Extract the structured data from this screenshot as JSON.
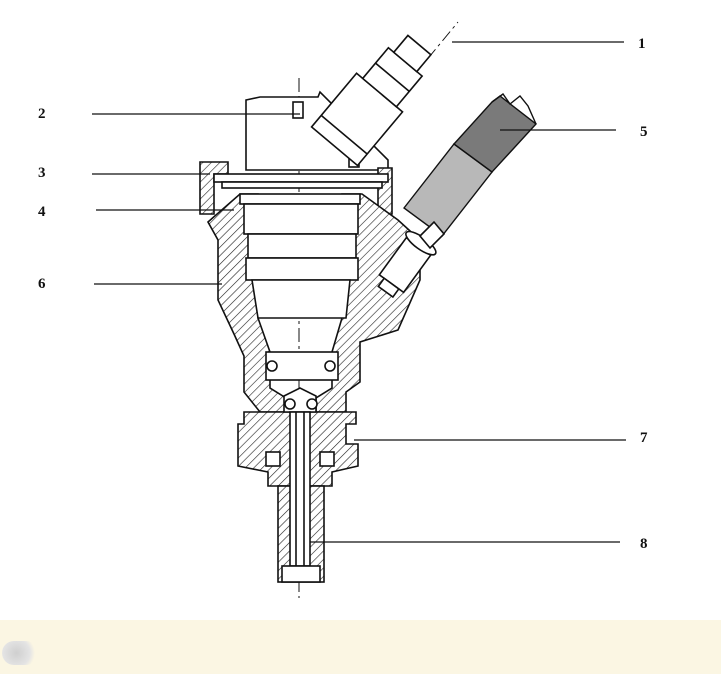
{
  "diagram": {
    "callouts": [
      {
        "id": "1",
        "label": "1"
      },
      {
        "id": "2",
        "label": "2"
      },
      {
        "id": "3",
        "label": "3"
      },
      {
        "id": "4",
        "label": "4"
      },
      {
        "id": "5",
        "label": "5"
      },
      {
        "id": "6",
        "label": "6"
      },
      {
        "id": "7",
        "label": "7"
      },
      {
        "id": "8",
        "label": "8"
      }
    ]
  },
  "colors": {
    "caption_background": "#fbf6e3",
    "line": "#111111",
    "cable_dark": "#7a7a7a",
    "cable_light": "#b8b8b8"
  }
}
